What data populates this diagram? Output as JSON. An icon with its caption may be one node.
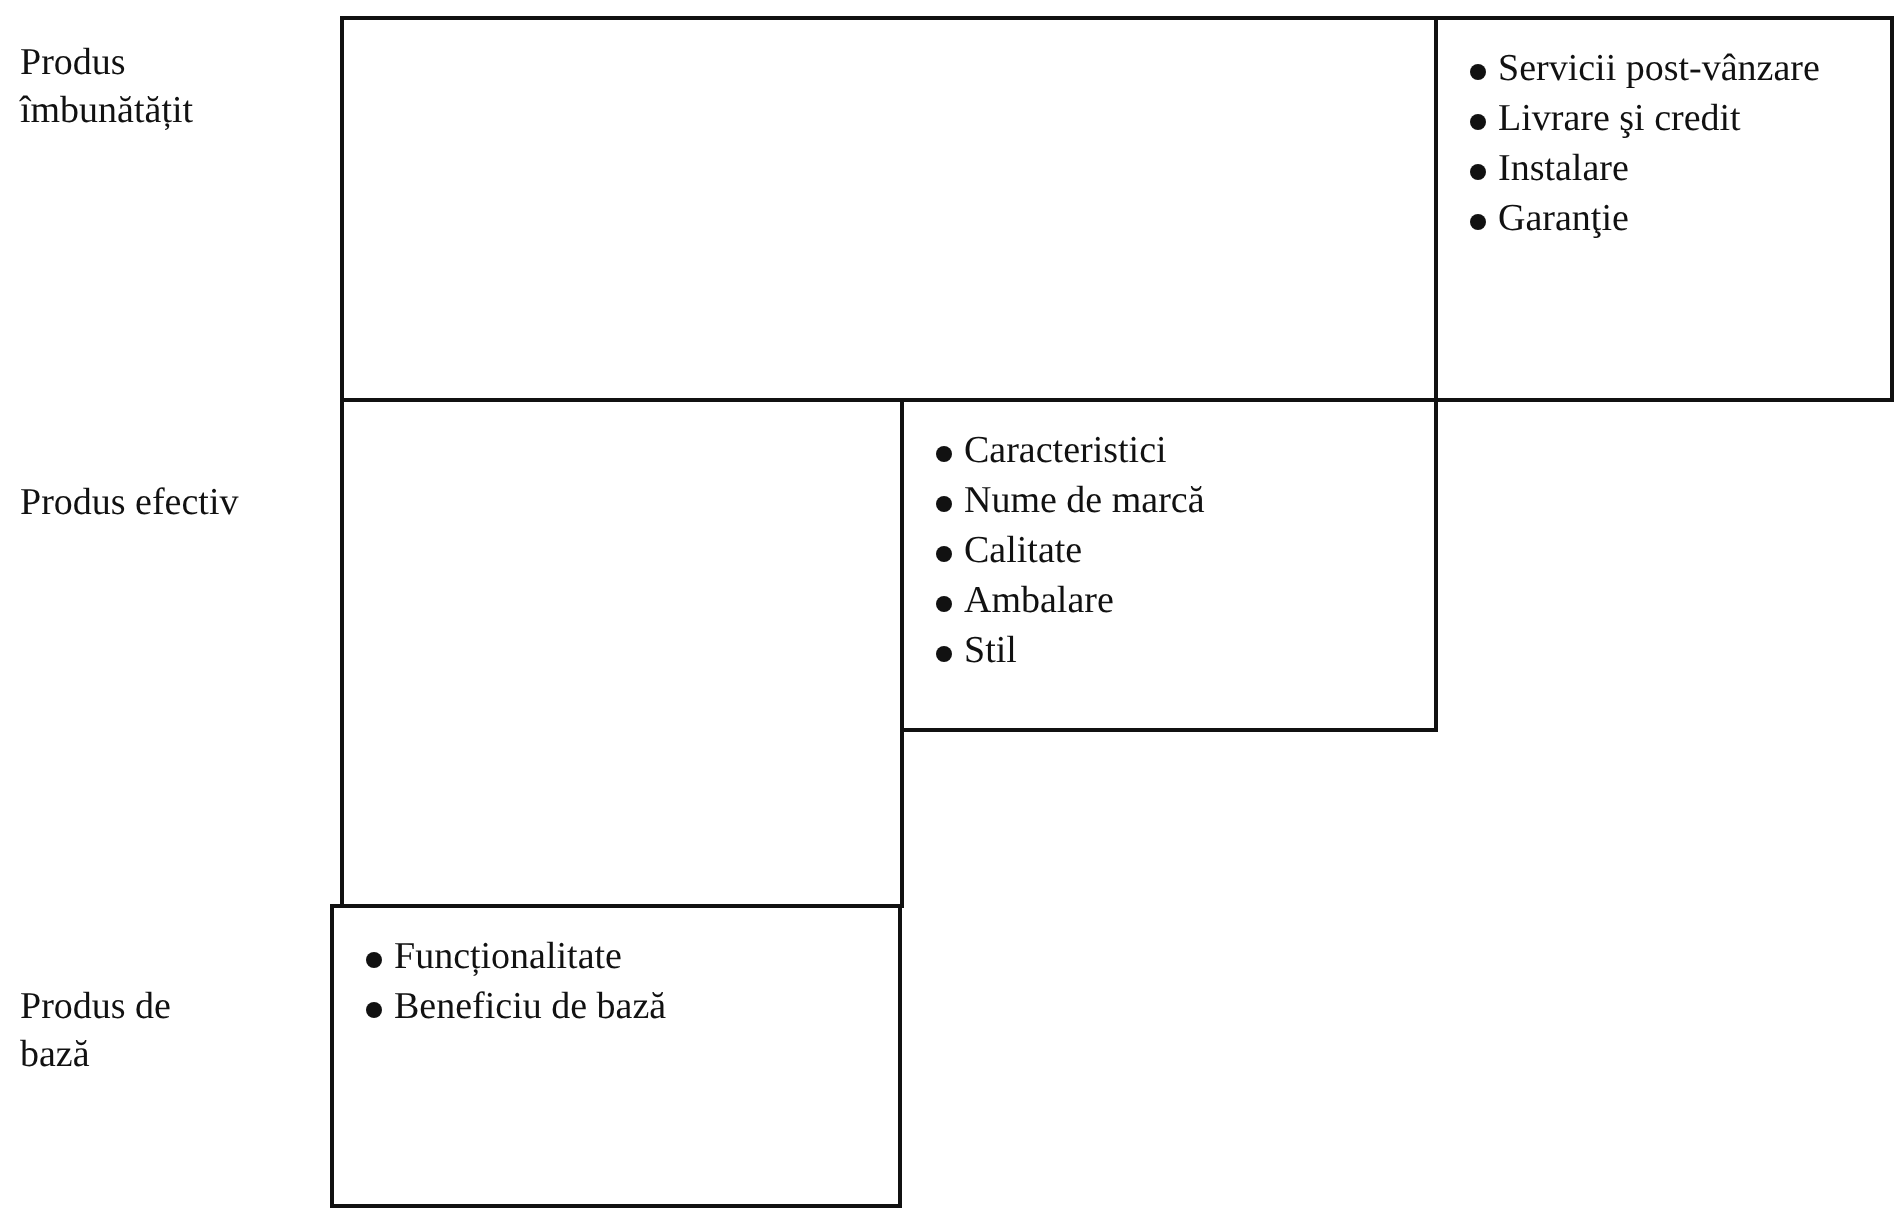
{
  "diagram": {
    "nodes": [
      {
        "text": [],
        "shape": "box"
      },
      {
        "text": [
          "Servicii post-vânzare",
          "Livrare şi credit",
          "Instalare",
          "Garanţie"
        ]
      },
      {
        "text": [],
        "shape": "box"
      },
      {
        "text": [
          "Caracteristici",
          "Nume de marcă",
          "Calitate",
          "Ambalare",
          "Stil"
        ]
      },
      {
        "text": [
          "Funcționalitate",
          "Beneficiu de bază"
        ]
      }
    ],
    "labels": [
      "Produs îmbunătățit",
      "Produs efectiv",
      "Produs de bază"
    ]
  }
}
